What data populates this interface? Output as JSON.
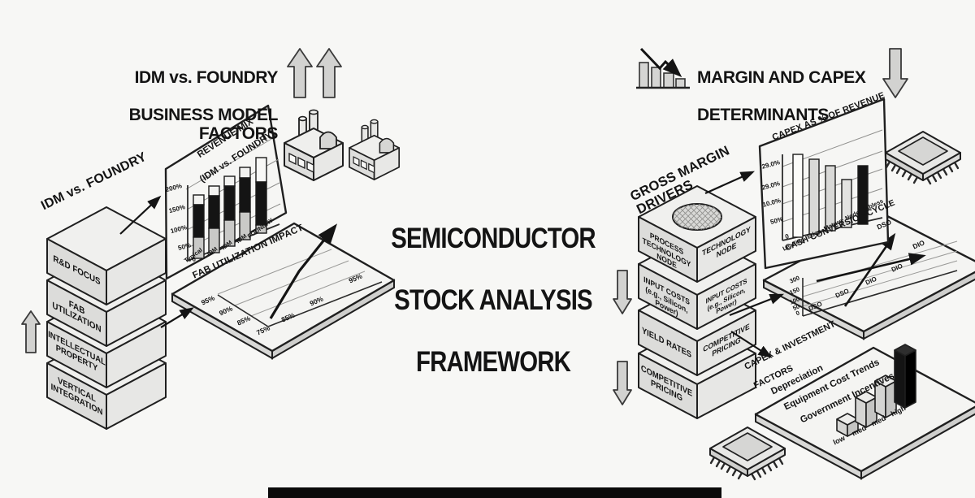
{
  "colors": {
    "background": "#f7f7f5",
    "ink": "#141414",
    "gray_fill": "#d9d9d7",
    "black_fill": "#141414"
  },
  "icons": [
    "up-arrow",
    "down-arrow",
    "declining-bar-chart",
    "factory",
    "wafer",
    "chip"
  ],
  "left_panel": {
    "heading_line1": "IDM vs. FOUNDRY",
    "heading_line2": "BUSINESS MODEL FACTORS",
    "axis_label": "IDM vs. FOUNDRY",
    "stack": [
      {
        "label": "R&D FOCUS"
      },
      {
        "label": "FAB\nUTILIZATION"
      },
      {
        "label": "INTELLECTUAL\nPROPERTY"
      },
      {
        "label": "VERTICAL\nINTEGRATION"
      }
    ],
    "revenue_chart": {
      "title_line1": "REVENUE MIX",
      "title_line2": "(IDM vs. FOUNDRY)",
      "y_labels": [
        "200%",
        "150%",
        "100%",
        "50%",
        "0"
      ],
      "x_labels": [
        "Typical",
        "IDM",
        "IDM",
        "IDM",
        "FOUNDRY"
      ]
    },
    "fab_chart": {
      "title": "FAB UTILIZATION IMPACT",
      "y_labels": [
        "95%",
        "90%",
        "85%",
        "75%"
      ],
      "x_labels": [
        "85%",
        "90%",
        "95%"
      ]
    }
  },
  "center": {
    "title_lines": [
      "SEMICONDUCTOR",
      "STOCK ANALYSIS",
      "FRAMEWORK"
    ]
  },
  "right_panel": {
    "heading_line1": "MARGIN AND CAPEX",
    "heading_line2": "DETERMINANTS",
    "axis_label": "GROSS MARGIN DRIVERS",
    "stack": [
      {
        "left": "PROCESS\nTECHNOLOGY NODE",
        "right": "TECHNOLOGY\nNODE"
      },
      {
        "left": "INPUT COSTS\n(e.g., Silicon, Power)",
        "right": "INPUT COSTS\n(e.g., Silicon, Power)"
      },
      {
        "left": "YIELD RATES",
        "right": "COMPETITIVE\nPRICING"
      },
      {
        "left": "COMPETITIVE\nPRICING",
        "right": ""
      }
    ],
    "capex_chart": {
      "title": "CAPEX AS % OF REVENUE",
      "y_labels": [
        "29.0%",
        "29.0%",
        "10.0%",
        "50%",
        "0"
      ],
      "x_axis_text": "Leading· Edge· Mature· Node· Fabless"
    },
    "cash_chart": {
      "title": "CASH CONVERSION CYCLE",
      "y_labels": [
        "300",
        "150",
        "100",
        "50",
        "0"
      ],
      "x_labels": [
        "DSO",
        "DSO",
        "DIO",
        "DIO"
      ],
      "arrow_label_top": "DSO",
      "arrow_label_right": "DIO"
    },
    "capex_factors_line1": "CAPEX & INVESTMENT",
    "capex_factors_line2": "FACTORS",
    "investment_chart": {
      "factor_lines": [
        "Depreciation",
        "Equipment Cost Trends",
        "Government Incentives"
      ],
      "bar_labels": [
        "low",
        "med",
        "med",
        "high"
      ]
    }
  },
  "chart_data": [
    {
      "type": "bar",
      "title": "REVENUE MIX (IDM vs. FOUNDRY)",
      "categories": [
        "Typical",
        "IDM",
        "IDM",
        "IDM",
        "FOUNDRY"
      ],
      "series": [
        {
          "name": "base-gray",
          "values": [
            50,
            60,
            65,
            70,
            20
          ]
        },
        {
          "name": "mid-black",
          "values": [
            75,
            75,
            80,
            80,
            100
          ]
        },
        {
          "name": "top-light",
          "values": [
            25,
            25,
            25,
            28,
            60
          ]
        }
      ],
      "ylabels": [
        "0",
        "50%",
        "100%",
        "150%",
        "200%"
      ],
      "legend": false
    },
    {
      "type": "line",
      "title": "FAB UTILIZATION IMPACT",
      "x": [
        "85%",
        "90%",
        "95%"
      ],
      "y_axis_labels": [
        "75%",
        "85%",
        "90%",
        "95%"
      ],
      "trend": "rising-arrow"
    },
    {
      "type": "bar",
      "title": "CAPEX AS % OF REVENUE",
      "categories": [
        "Leading",
        "Edge",
        "Mature",
        "Node",
        "Fabless"
      ],
      "values": [
        29,
        26,
        22,
        16,
        20
      ],
      "ylabels": [
        "0",
        "50%",
        "10.0%",
        "29.0%",
        "29.0%"
      ]
    },
    {
      "type": "line",
      "title": "CASH CONVERSION CYCLE",
      "ylabels": [
        "0",
        "50",
        "100",
        "150",
        "300"
      ],
      "xlabels": [
        "DSO",
        "DSO",
        "DIO",
        "DIO"
      ],
      "annotations": [
        "rising arrow to DSO",
        "crossing arrow to DIO"
      ]
    },
    {
      "type": "bar",
      "title": "CAPEX & INVESTMENT FACTORS",
      "categories": [
        "low",
        "med",
        "med",
        "high"
      ],
      "values": [
        1,
        2,
        2.6,
        4.4
      ]
    }
  ]
}
